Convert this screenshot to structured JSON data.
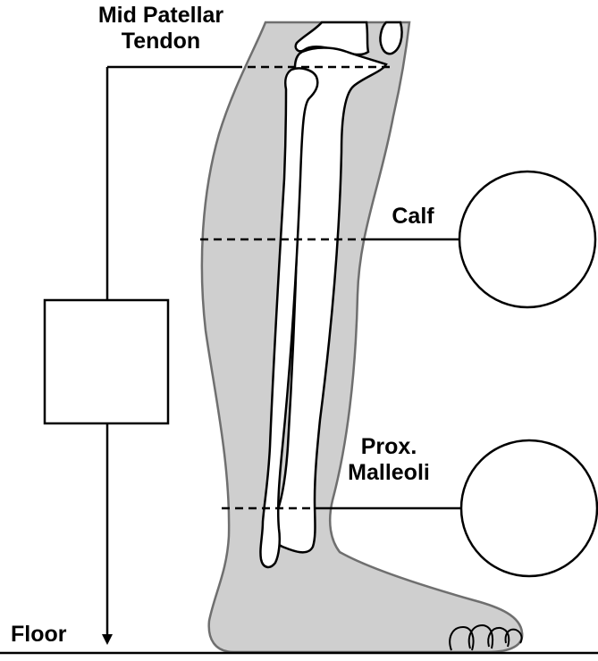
{
  "labels": {
    "patellar_line1": "Mid Patellar",
    "patellar_line2": "Tendon",
    "calf": "Calf",
    "malleoli_line1": "Prox.",
    "malleoli_line2": "Malleoli",
    "floor": "Floor"
  },
  "colors": {
    "leg_fill": "#cfcfcf",
    "leg_outline": "#6f6f6f",
    "bone_fill": "#ffffff",
    "line": "#000000"
  }
}
